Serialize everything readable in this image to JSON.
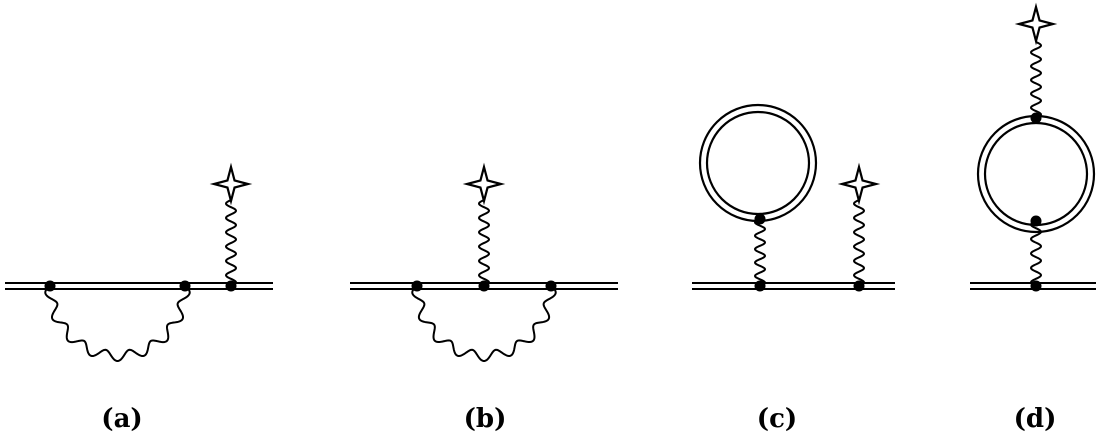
{
  "figure": {
    "panels": [
      {
        "id": "a",
        "caption": "(a)"
      },
      {
        "id": "b",
        "caption": "(b)"
      },
      {
        "id": "c",
        "caption": "(c)"
      },
      {
        "id": "d",
        "caption": "(d)"
      }
    ]
  },
  "style": {
    "stroke_color": "#000000",
    "background": "#ffffff"
  }
}
